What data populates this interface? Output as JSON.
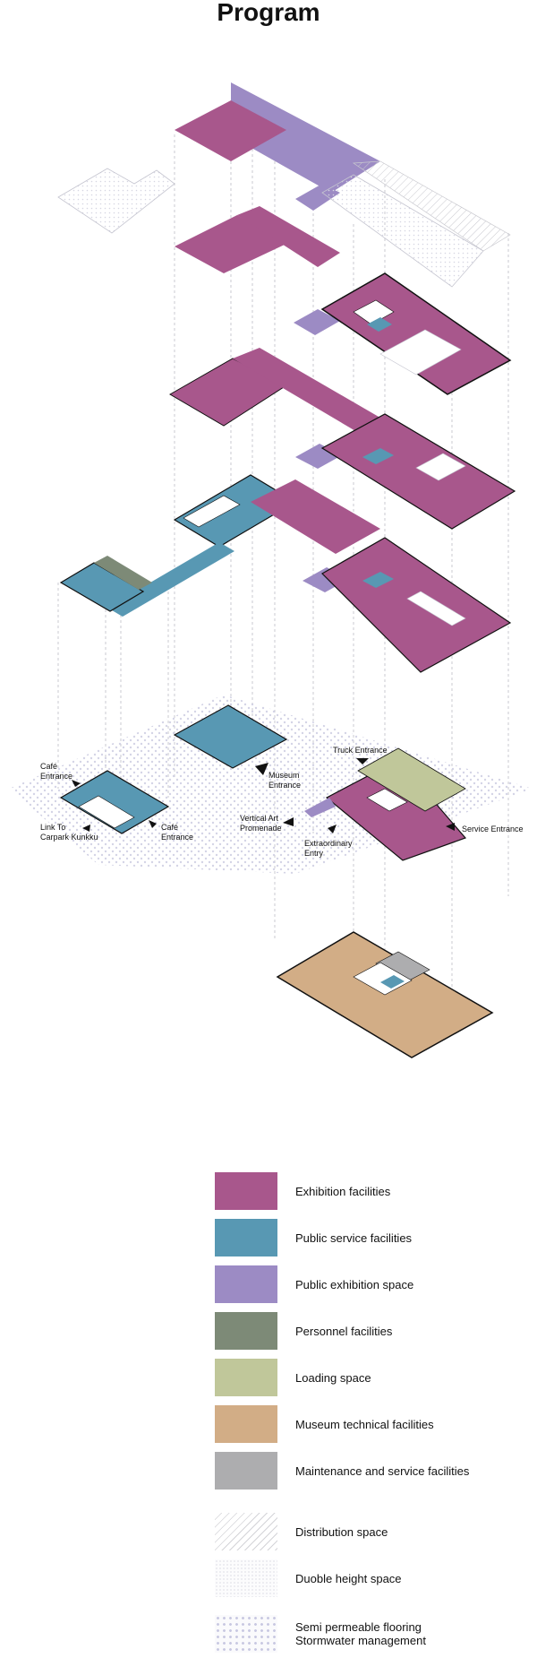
{
  "title": "Program",
  "colors": {
    "exhibition": "#a8578c",
    "public_service": "#5898b3",
    "public_exhibition": "#9c8bc4",
    "personnel": "#7d8a77",
    "loading": "#c0c79a",
    "technical": "#d2ad86",
    "maintenance": "#adadaf",
    "outline": "#111111",
    "guide": "#b5b5bd"
  },
  "labels": {
    "cafe_entrance_1": [
      "Café",
      "Entrance"
    ],
    "link_carpark": [
      "Link To",
      "Carpark Kunkku"
    ],
    "cafe_entrance_2": [
      "Café",
      "Entrance"
    ],
    "museum_entrance": [
      "Museum",
      "Entrance"
    ],
    "truck_entrance": [
      "Truck Entrance"
    ],
    "vertical_art": [
      "Vertical Art",
      "Promenade"
    ],
    "extraordinary_entry": [
      "Extraordinary",
      "Entry"
    ],
    "service_entrance": [
      "Service Entrance"
    ]
  },
  "legend": [
    {
      "label": "Exhibition facilities",
      "swatch": "exhibition",
      "pattern": "solid"
    },
    {
      "label": "Public service facilities",
      "swatch": "public_service",
      "pattern": "solid"
    },
    {
      "label": "Public exhibition space",
      "swatch": "public_exhibition",
      "pattern": "solid"
    },
    {
      "label": "Personnel facilities",
      "swatch": "personnel",
      "pattern": "solid"
    },
    {
      "label": "Loading space",
      "swatch": "loading",
      "pattern": "solid"
    },
    {
      "label": "Museum technical facilities",
      "swatch": "technical",
      "pattern": "solid"
    },
    {
      "label": "Maintenance and service facilities",
      "swatch": "maintenance",
      "pattern": "solid"
    },
    {
      "label": "Distribution space",
      "pattern": "hatch"
    },
    {
      "label": "Duoble height space",
      "pattern": "dots"
    },
    {
      "label": "Semi permeable flooring",
      "label2": "Stormwater management",
      "pattern": "permeable"
    }
  ]
}
